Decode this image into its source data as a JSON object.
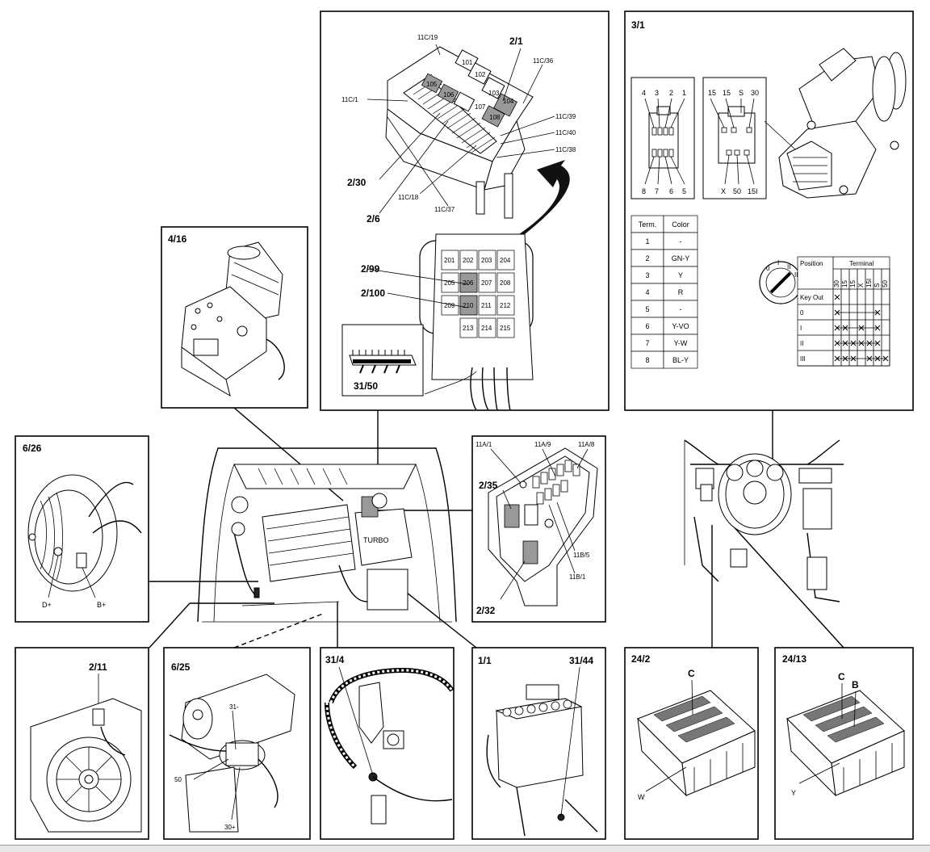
{
  "panels": {
    "fusebox_main": {
      "id": "2/1",
      "fuses": [
        "101",
        "102",
        "103",
        "104",
        "105",
        "106",
        "107",
        "108"
      ],
      "labels": [
        "11C/19",
        "11C/36",
        "11C/1",
        "11C/39",
        "11C/40",
        "11C/38",
        "2/30",
        "11C/18",
        "11C/37",
        "2/6"
      ]
    },
    "relay_box": {
      "relays": [
        "201",
        "202",
        "203",
        "204",
        "205",
        "206",
        "207",
        "208",
        "209",
        "210",
        "211",
        "212",
        "213",
        "214",
        "215"
      ],
      "labels": [
        "2/99",
        "2/100",
        "31/50"
      ]
    },
    "ignition": {
      "id": "3/1",
      "pins_left_top": [
        "4",
        "3",
        "2",
        "1"
      ],
      "pins_left_bottom": [
        "8",
        "7",
        "6",
        "5"
      ],
      "pins_right_top": [
        "15",
        "15",
        "S",
        "30"
      ],
      "pins_right_bottom": [
        "X",
        "50",
        "15I"
      ]
    },
    "term_table": {
      "headers": [
        "Term.",
        "Color"
      ],
      "rows": [
        [
          "1",
          "-"
        ],
        [
          "2",
          "GN-Y"
        ],
        [
          "3",
          "Y"
        ],
        [
          "4",
          "R"
        ],
        [
          "5",
          "-"
        ],
        [
          "6",
          "Y-VO"
        ],
        [
          "7",
          "Y-W"
        ],
        [
          "8",
          "BL-Y"
        ]
      ]
    },
    "position_table": {
      "header_pos": "Position",
      "header_term": "Terminal",
      "terminals": [
        "30",
        "15",
        "15",
        "X",
        "15I",
        "S",
        "50"
      ],
      "rows": [
        "Key Out",
        "0",
        "I",
        "II",
        "III"
      ]
    },
    "abs": {
      "id": "4/16"
    },
    "alternator": {
      "id": "6/26",
      "labels": [
        "D+",
        "B+"
      ]
    },
    "engine_fuse": {
      "labels": [
        "11A/1",
        "11A/9",
        "11A/8",
        "2/35",
        "11B/5",
        "11B/1",
        "2/32"
      ]
    },
    "fan": {
      "id": "2/11"
    },
    "starter": {
      "id": "6/25",
      "labels": [
        "31-",
        "50",
        "30+"
      ]
    },
    "ground": {
      "id": "31/4"
    },
    "battery": {
      "id": "1/1",
      "ground": "31/44"
    },
    "conn_24_2": {
      "id": "24/2",
      "labels": [
        "C",
        "W"
      ]
    },
    "conn_24_13": {
      "id": "24/13",
      "labels": [
        "C",
        "B",
        "Y"
      ]
    }
  }
}
